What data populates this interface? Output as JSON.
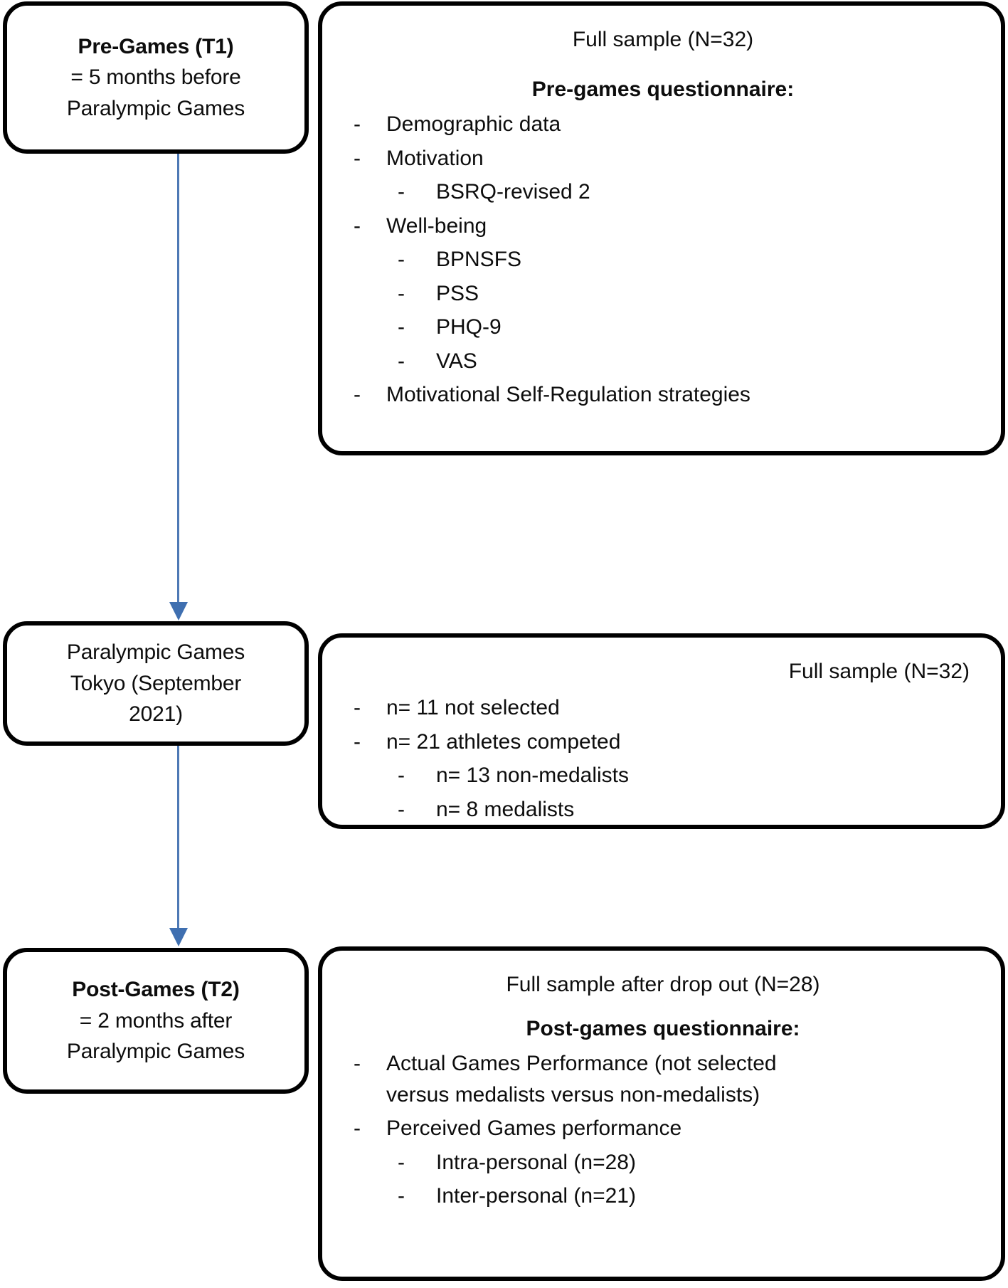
{
  "meta": {
    "diagram_type": "study-timeline-flowchart",
    "arrow_color": "#4E79B5",
    "border_color": "#000000",
    "background": "#FFFFFF"
  },
  "stages": [
    {
      "id": "pre-games",
      "title": "Pre-Games (T1)",
      "subtitle_line_1": "= 5 months before",
      "subtitle_line_2": "Paralympic Games",
      "panel": {
        "sample": "Full sample (N=32)",
        "sample_align": "center",
        "heading": "Pre-games questionnaire:",
        "items": [
          {
            "dash": "-",
            "text": "Demographic data",
            "children": []
          },
          {
            "dash": "-",
            "text": "Motivation",
            "children": [
              {
                "dash": "-",
                "text": "BSRQ-revised 2"
              }
            ]
          },
          {
            "dash": "-",
            "text": "Well-being",
            "children": [
              {
                "dash": "-",
                "text": "BPNSFS"
              },
              {
                "dash": "-",
                "text": "PSS"
              },
              {
                "dash": "-",
                "text": "PHQ-9"
              },
              {
                "dash": "-",
                "text": "VAS"
              }
            ]
          },
          {
            "dash": "-",
            "text": "Motivational Self-Regulation strategies",
            "children": []
          }
        ]
      }
    },
    {
      "id": "paralympic-games",
      "title": "Paralympic Games",
      "subtitle_line_1": "Tokyo (September",
      "subtitle_line_2": "2021)",
      "panel": {
        "sample": "Full sample (N=32)",
        "sample_align": "right",
        "heading": "",
        "items": [
          {
            "dash": "-",
            "text": "n= 11 not selected",
            "children": []
          },
          {
            "dash": "-",
            "text": "n= 21 athletes competed",
            "children": [
              {
                "dash": "-",
                "text": "n= 13 non-medalists"
              },
              {
                "dash": "-",
                "text": "n= 8 medalists"
              }
            ]
          }
        ]
      }
    },
    {
      "id": "post-games",
      "title": "Post-Games (T2)",
      "subtitle_line_1": "= 2 months after",
      "subtitle_line_2": "Paralympic Games",
      "panel": {
        "sample": "Full sample after drop out (N=28)",
        "sample_align": "center",
        "heading": "Post-games questionnaire:",
        "items": [
          {
            "dash": "-",
            "text": "Actual Games Performance (not selected",
            "text2": "versus medalists versus non-medalists)",
            "children": []
          },
          {
            "dash": "-",
            "text": "Perceived Games performance",
            "children": [
              {
                "dash": "-",
                "text": "Intra-personal (n=28)"
              },
              {
                "dash": "-",
                "text": "Inter-personal (n=21)"
              }
            ]
          }
        ]
      }
    }
  ],
  "arrows": [
    {
      "id": "arrow-pre-to-games",
      "label": "down-arrow"
    },
    {
      "id": "arrow-games-to-post",
      "label": "down-arrow"
    }
  ]
}
